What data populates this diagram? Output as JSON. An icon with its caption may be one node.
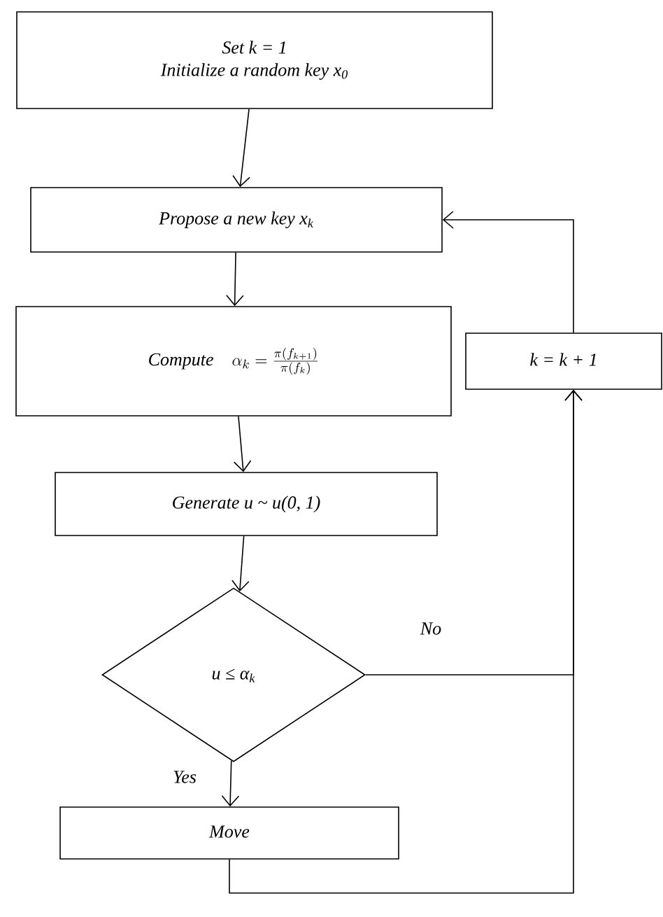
{
  "diagram": {
    "nodes": [
      {
        "text": [
          "Set k = 1",
          "Initialize a random key x$_{0}$"
        ]
      },
      {
        "text": [
          "Propose a new key x$_{k}$"
        ]
      },
      {
        "text": [
          "Compute",
          "\\alpha_k = \\frac{\\pi(f_{k+1})}{\\pi(f_k)}"
        ]
      },
      {
        "text": [
          "Generate u ~ u(0, 1)"
        ]
      },
      {
        "text": [
          "u ≤ α$_{k}$"
        ]
      },
      {
        "text": [
          "Move"
        ]
      },
      {
        "text": [
          "k = k + 1"
        ]
      }
    ],
    "edges": [
      {
        "from": 0,
        "to": 1,
        "arrow": "to"
      },
      {
        "from": 1,
        "to": 2,
        "arrow": "to"
      },
      {
        "from": 2,
        "to": 3,
        "arrow": "to"
      },
      {
        "from": 3,
        "to": 4,
        "arrow": "to"
      },
      {
        "from": 4,
        "to": 5,
        "arrow": "to",
        "label": "Yes"
      },
      {
        "from": 4,
        "to": 6,
        "arrow": "to",
        "label": "No"
      },
      {
        "from": 5,
        "to": 6,
        "arrow": "to"
      },
      {
        "from": 6,
        "to": 1,
        "arrow": "to"
      }
    ]
  }
}
